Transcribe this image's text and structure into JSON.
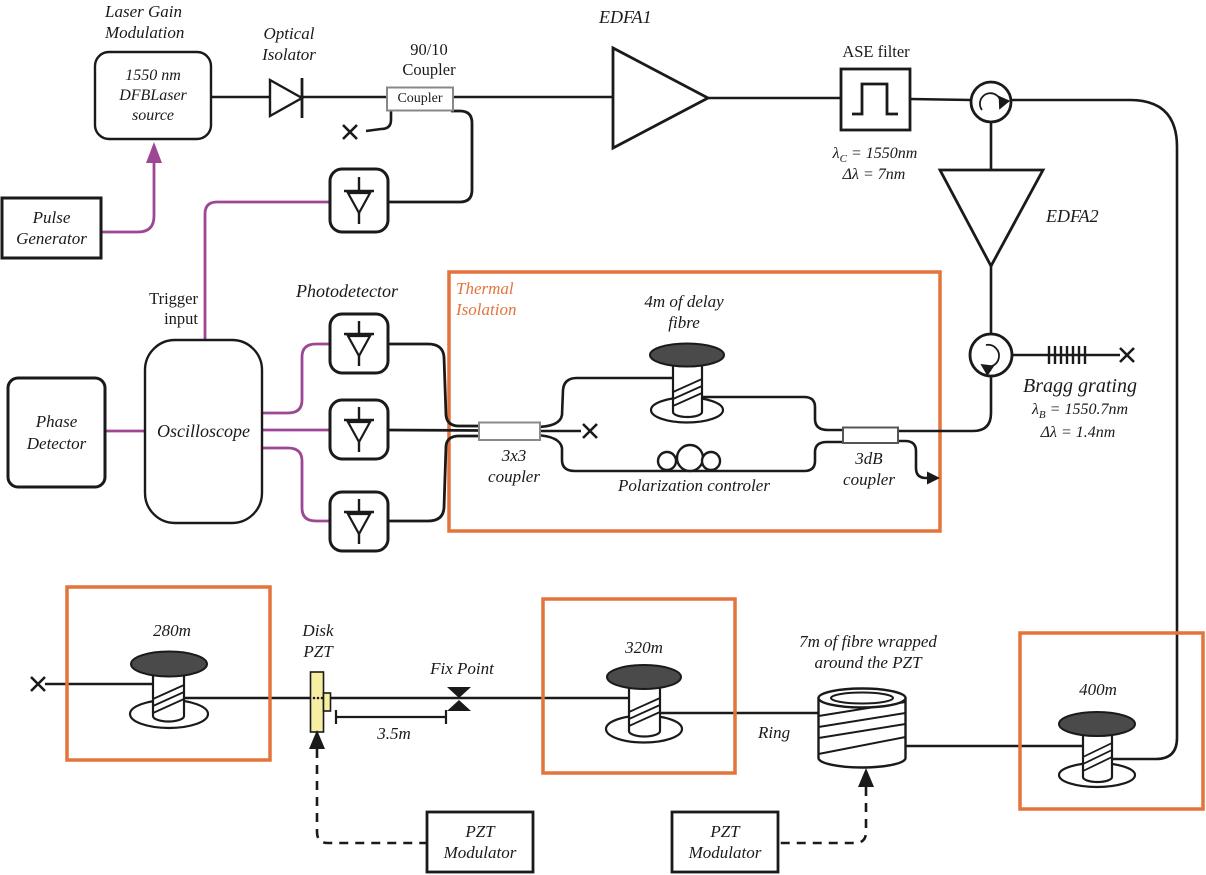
{
  "colors": {
    "line": "#1a1a1a",
    "purple": "#9D4794",
    "orange": "#E2743C",
    "pzt_yellow": "#F6EFA3",
    "spool_top": "#4a4a4a"
  },
  "labels": {
    "laser_gain": "Laser Gain\nModulation",
    "laser_source": "1550 nm\nDFBLaser\nsource",
    "optical_isolator": "Optical\nIsolator",
    "coupler_90_10": "90/10\nCoupler",
    "coupler_box": "Coupler",
    "edfa1": "EDFA1",
    "ase_filter": "ASE filter",
    "edfa2": "EDFA2",
    "bragg_title": "Bragg grating",
    "pulse_generator": "Pulse\nGenerator",
    "trigger_input": "Trigger\ninput",
    "photodetector": "Photodetector",
    "thermal_isolation": "Thermal\nIsolation",
    "delay_fibre": "4m of delay\nfibre",
    "coupler_3x3": "3x3\ncoupler",
    "polarization": "Polarization controler",
    "coupler_3db": "3dB\ncoupler",
    "phase_detector": "Phase\nDetector",
    "oscilloscope": "Oscilloscope",
    "spool_280": "280m",
    "disk_pzt": "Disk\nPZT",
    "dim_35": "3.5m",
    "fix_point": "Fix Point",
    "spool_320": "320m",
    "fibre_7m": "7m of fibre wrapped\naround the PZT",
    "ring": "Ring",
    "spool_400": "400m",
    "pzt_modulator_1": "PZT\nModulator",
    "pzt_modulator_2": "PZT\nModulator"
  },
  "equations": {
    "ase_lambda": {
      "sym": "λ",
      "sub": "C",
      "rest": " = 1550nm"
    },
    "ase_delta": {
      "sym": "Δλ",
      "rest": " = 7nm"
    },
    "bragg_lambda": {
      "sym": "λ",
      "sub": "B",
      "rest": " = 1550.7nm"
    },
    "bragg_delta": {
      "sym": "Δλ",
      "rest": " = 1.4nm"
    }
  }
}
